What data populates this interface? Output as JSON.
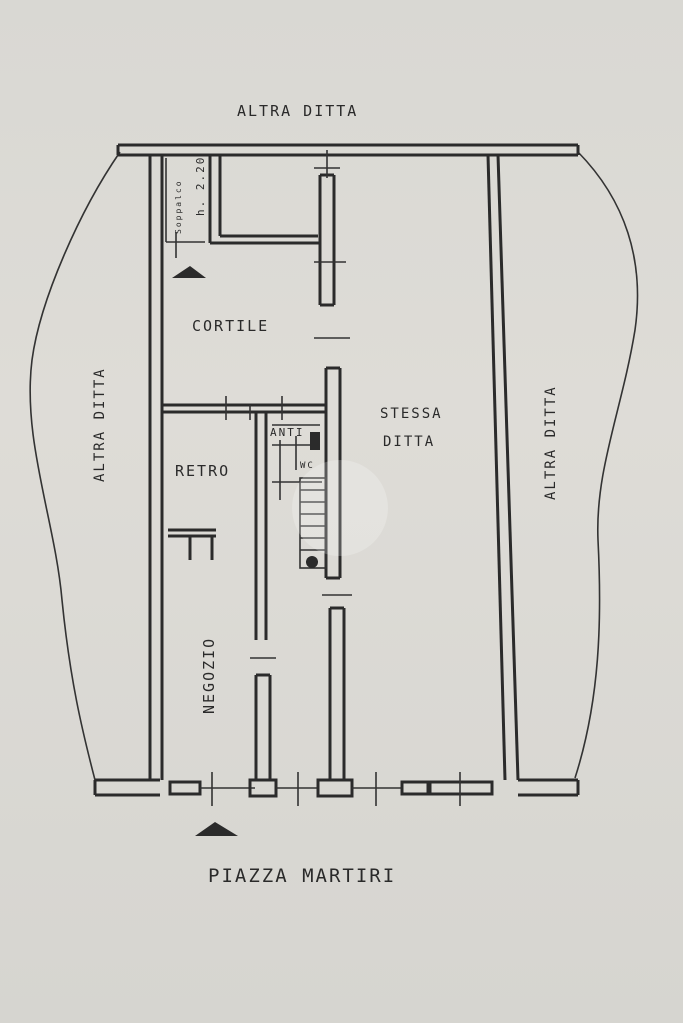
{
  "labels": {
    "top_neighbor": "ALTRA DITTA",
    "left_neighbor": "ALTRA DITTA",
    "right_neighbor": "ALTRA DITTA",
    "courtyard": "CORTILE",
    "back_room": "RETRO",
    "shop": "NEGOZIO",
    "anteroom": "ANTI",
    "wc": "WC",
    "same_company_line1": "STESSA",
    "same_company_line2": "DITTA",
    "loft_label": "Soppalco",
    "loft_height": "h. 2.20",
    "street": "PIAZZA MARTIRI"
  }
}
